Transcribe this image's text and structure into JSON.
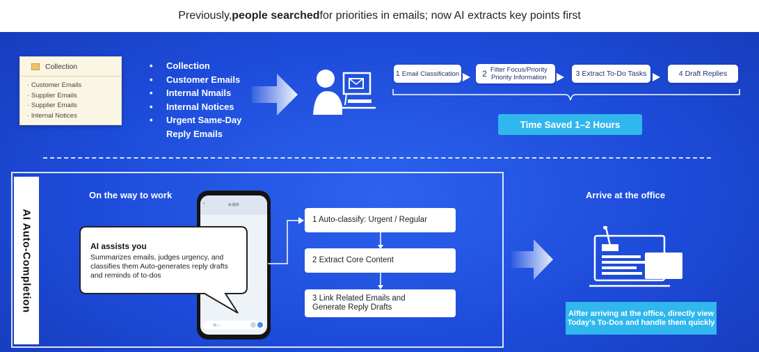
{
  "banner": {
    "prefix": "Previously, ",
    "bold": "people searched",
    "suffix": " for priorities in emails; now AI extracts key points first"
  },
  "collection_card": {
    "title": "Collection",
    "items": [
      "Customer Emails",
      "Supplier Emails",
      "Supplier Emails",
      "Internal Notices"
    ]
  },
  "bullets": [
    "Collection",
    "Customer Emails",
    "Internal Nmails",
    "Internal Notices",
    "Urgent Same-Day Reply Emails"
  ],
  "steps": [
    {
      "num": "1",
      "label": "Email Classification"
    },
    {
      "num": "2",
      "label": "Filter Focus/Priority Priority Information"
    },
    {
      "num": "3",
      "label": "Extract To-Do Tasks"
    },
    {
      "num": "4",
      "label": "Draft Replies"
    }
  ],
  "time_saved": "Time Saved 1–2 Hours",
  "side_label": "AI Auto-Completion",
  "on_the_way": "On the way to work",
  "phone": {
    "title": "AI 助手",
    "input_placeholder": "输入..."
  },
  "bubble": {
    "title": "AI assists you",
    "text": "Summarizes emails, judges urgency, and classifies them Auto-generates reply drafts and reminds of to-dos"
  },
  "flow": [
    "1 Auto-classify: Urgent / Regular",
    "2 Extract Core Content",
    "3 Link Related Emails and Generate Reply Drafts"
  ],
  "arrive": {
    "title": "Arrive at the office",
    "text": "Alfter arriving at the office, directly view Today's To-Dos and handle them quickly"
  },
  "colors": {
    "background": "#1d4bd9",
    "accent": "#2fb7ee",
    "card": "#fbf6e4"
  }
}
